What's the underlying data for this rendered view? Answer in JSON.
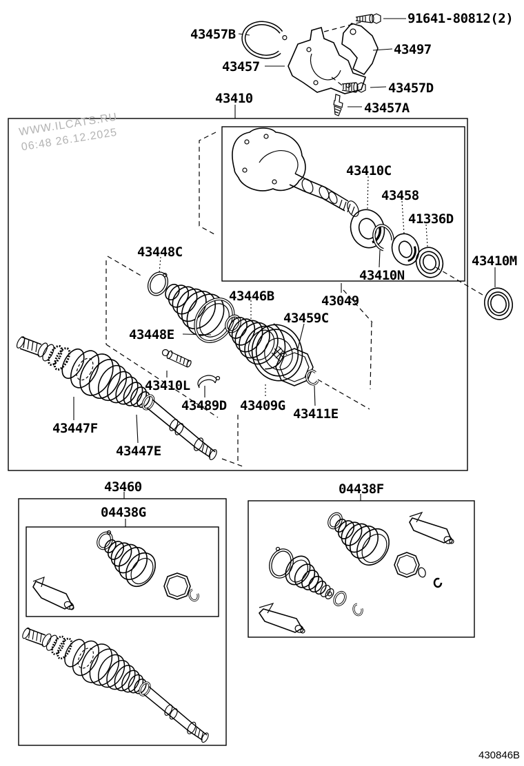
{
  "colors": {
    "line": "#000000",
    "background": "#ffffff",
    "watermark": "#b3b3b3"
  },
  "watermark": {
    "line1": "WWW.ILCATS.RU",
    "line2": "06:48 26.12.2025"
  },
  "drawing_code": "430846B",
  "callouts": {
    "91641": "91641-80812(2)",
    "43457B": "43457B",
    "43497": "43497",
    "43457": "43457",
    "43457D": "43457D",
    "43457A": "43457A",
    "43410": "43410",
    "43410C": "43410C",
    "43458": "43458",
    "41336D": "41336D",
    "43410N": "43410N",
    "43049": "43049",
    "43410M": "43410M",
    "43448C": "43448C",
    "43446B": "43446B",
    "43459C": "43459C",
    "43448E": "43448E",
    "43410L": "43410L",
    "43489D": "43489D",
    "43409G": "43409G",
    "43411E": "43411E",
    "43447F": "43447F",
    "43447E": "43447E",
    "43460": "43460",
    "04438G": "04438G",
    "04438F": "04438F"
  }
}
